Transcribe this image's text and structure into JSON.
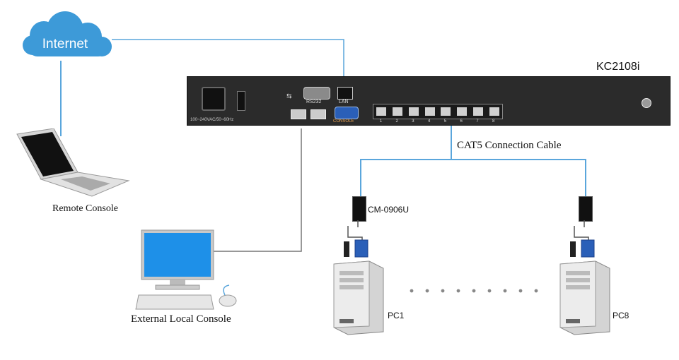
{
  "cloud": {
    "label": "Internet"
  },
  "device": {
    "model": "KC2108i",
    "power_label": "100~240VAC/50~60Hz",
    "rs232_label": "RS232",
    "lan_label": "LAN",
    "console_label": "CONSOLE",
    "port_numbers": [
      "1",
      "2",
      "3",
      "4",
      "5",
      "6",
      "7",
      "8"
    ]
  },
  "cable": {
    "label": "CAT5 Connection Cable"
  },
  "adapter": {
    "label": "CM-0906U"
  },
  "remote_console": {
    "label": "Remote Console"
  },
  "local_console": {
    "label": "External Local Console"
  },
  "pcs": [
    {
      "label": "PC1"
    },
    {
      "label": "PC8"
    }
  ],
  "colors": {
    "cable": "#5aa6dc",
    "device_body": "#2b2b2b",
    "cloud": "#3d9ad8",
    "screen": "#1e90e8"
  }
}
